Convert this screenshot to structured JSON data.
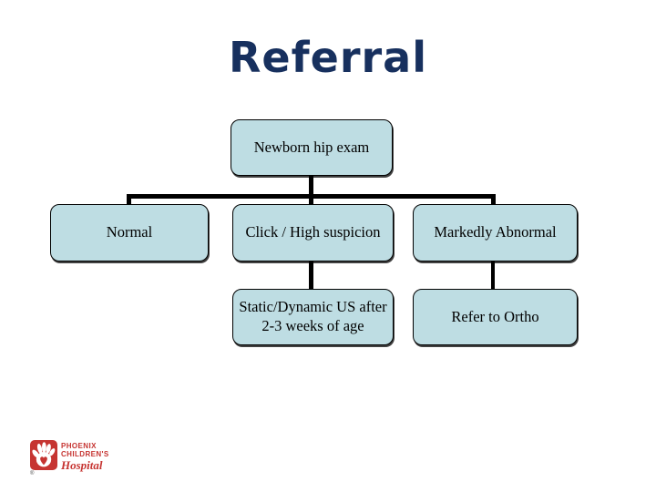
{
  "slide": {
    "title": "Referral",
    "title_color": "#17305e",
    "background": "#ffffff"
  },
  "diagram": {
    "type": "flowchart",
    "box_fill": "#bedde3",
    "box_border": "#000000",
    "connector_color": "#000000",
    "nodes": {
      "root": {
        "label": "Newborn hip exam"
      },
      "normal": {
        "label": "Normal"
      },
      "click": {
        "label": "Click / High suspicion"
      },
      "markedly": {
        "label": "Markedly Abnormal"
      },
      "static_us": {
        "label_line1": "Static/Dynamic US after",
        "label_line2": "2-3 weeks of age"
      },
      "refer": {
        "label": "Refer to Ortho"
      }
    },
    "edges": [
      [
        "Newborn hip exam",
        "Normal"
      ],
      [
        "Newborn hip exam",
        "Click / High suspicion"
      ],
      [
        "Newborn hip exam",
        "Markedly Abnormal"
      ],
      [
        "Click / High suspicion",
        "Static/Dynamic US after 2-3 weeks of age"
      ],
      [
        "Markedly Abnormal",
        "Refer to Ortho"
      ]
    ]
  },
  "logo": {
    "line1": "PHOENIX",
    "line2": "CHILDREN'S",
    "line3": "Hospital",
    "registered_mark": "®",
    "brand_color": "#c63431",
    "icon": "hand-heart-icon"
  }
}
